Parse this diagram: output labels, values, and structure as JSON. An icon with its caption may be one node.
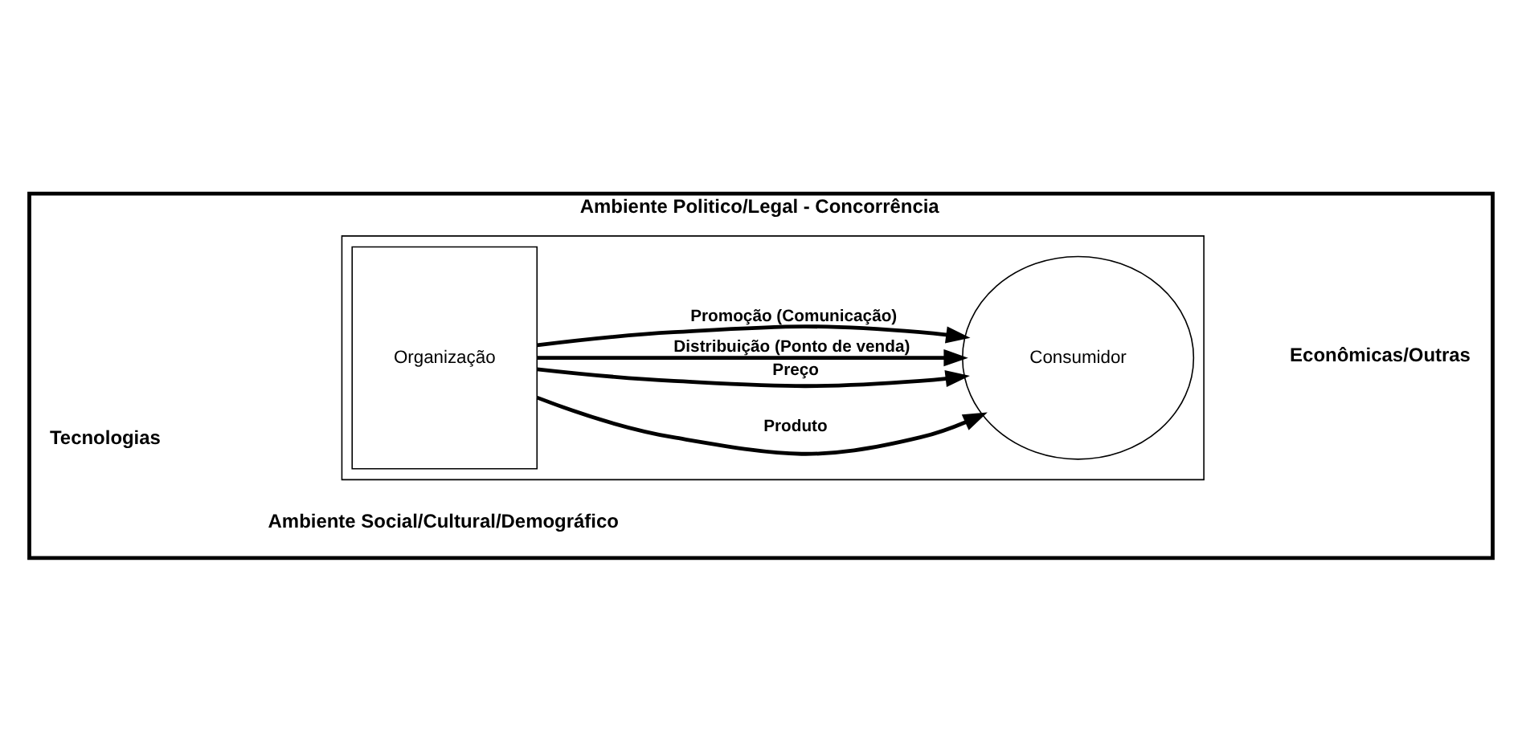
{
  "diagram": {
    "nodes": [
      {
        "text": [
          "Ambiente Politico/Legal - Concorrência"
        ]
      },
      {
        "text": [],
        "shape": "box",
        "in": 0
      },
      {
        "text": [
          "Organização"
        ],
        "in": 1
      },
      {
        "text": [
          "Consumidor"
        ],
        "in": 1
      }
    ],
    "edges": [
      {
        "from": 2,
        "to": 3,
        "arrow": "to",
        "label": "Produto"
      },
      {
        "from": 2,
        "to": 3,
        "arrow": "to",
        "label": "Preço"
      },
      {
        "from": 2,
        "to": 3,
        "arrow": "to",
        "label": "Distribuição (Ponto de venda)"
      },
      {
        "from": 2,
        "to": 3,
        "arrow": "to",
        "label": "Promoção (Comunicação)"
      }
    ],
    "labels": [
      "Tecnologias",
      "Econômicas/Outras",
      "Ambiente Social/Cultural/Demográfico"
    ]
  }
}
